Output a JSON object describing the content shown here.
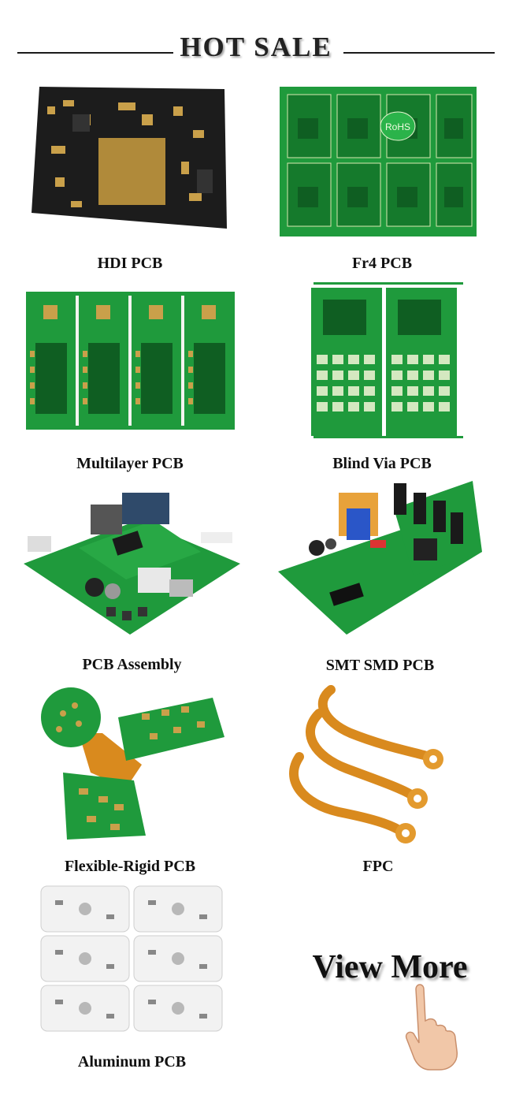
{
  "header": {
    "title": "HOT SALE"
  },
  "products": [
    {
      "label": "HDI PCB",
      "icon": "hdi-pcb-board-icon"
    },
    {
      "label": "Fr4 PCB",
      "icon": "fr4-pcb-panel-icon",
      "badge": "RoHS"
    },
    {
      "label": "Multilayer PCB",
      "icon": "multilayer-pcb-panel-icon"
    },
    {
      "label": "Blind Via PCB",
      "icon": "blind-via-pcb-panel-icon"
    },
    {
      "label": "PCB Assembly",
      "icon": "pcb-assembly-board-icon"
    },
    {
      "label": "SMT SMD PCB",
      "icon": "smt-smd-pcb-board-icon"
    },
    {
      "label": "Flexible-Rigid PCB",
      "icon": "flexible-rigid-pcb-icon"
    },
    {
      "label": "FPC",
      "icon": "fpc-flex-cable-icon"
    },
    {
      "label": "Aluminum PCB",
      "icon": "aluminum-pcb-panel-icon"
    }
  ],
  "view_more": {
    "label": "View More",
    "icon": "pointing-hand-icon"
  },
  "colors": {
    "pcb_green": "#1f9a3c",
    "pcb_black": "#1c1c1c",
    "copper": "#c9a04a",
    "flex_orange": "#d98a1e",
    "aluminum_white": "#f2f2f2"
  }
}
